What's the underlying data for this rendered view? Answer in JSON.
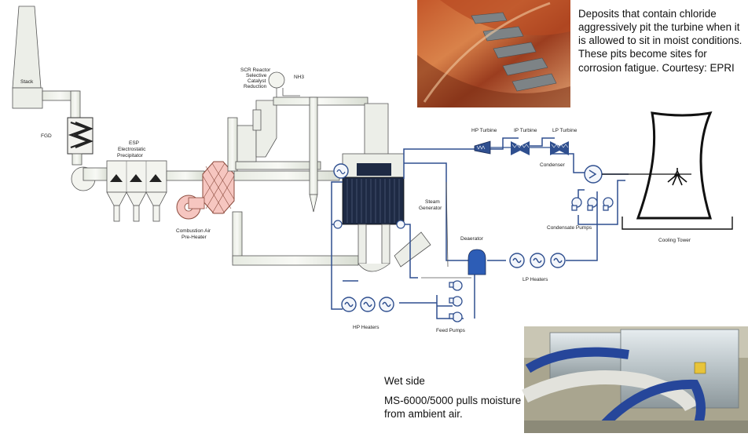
{
  "labels": {
    "stack": "Stack",
    "fgd": "FGD",
    "esp": "ESP",
    "esp_full_1": "Electrostatic",
    "esp_full_2": "Precipitator",
    "scr_1": "SCR Reactor",
    "scr_2": "Selective",
    "scr_3": "Catalyst",
    "scr_4": "Reduction",
    "nh3": "NH3",
    "combustion_1": "Combustion Air",
    "combustion_2": "Pre-Heater",
    "hp_turbine": "HP Turbine",
    "ip_turbine": "IP Turbine",
    "lp_turbine": "LP Turbine",
    "condenser": "Condenser",
    "steam_gen_1": "Steam",
    "steam_gen_2": "Generator",
    "deaerator": "Deaerator",
    "condensate_pumps": "Condensate Pumps",
    "cooling_tower": "Cooling Tower",
    "lp_heaters": "LP Heaters",
    "hp_heaters": "HP Heaters",
    "feed_pumps": "Feed Pumps"
  },
  "captions": {
    "top": "Deposits that contain chloride aggressively pit the turbine when it is allowed to sit in moist conditions. These pits become sites for corrosion fatigue. Courtesy: EPRI",
    "bottom_1": "Wet side",
    "bottom_2": "MS-6000/5000 pulls moisture from ambient air."
  },
  "colors": {
    "pipe_blue": "#2f4f8f",
    "duct_fill": "#f1f3ee",
    "duct_stroke": "#555555",
    "tube_dark": "#1e2a44",
    "preheater_pink": "#f6c6c0",
    "deaerator_blue": "#2d5db6"
  },
  "icons": [
    "turbine-blade-photo",
    "dehumidifier-photo",
    "pump-icon",
    "heater-icon",
    "turbine-icon"
  ]
}
